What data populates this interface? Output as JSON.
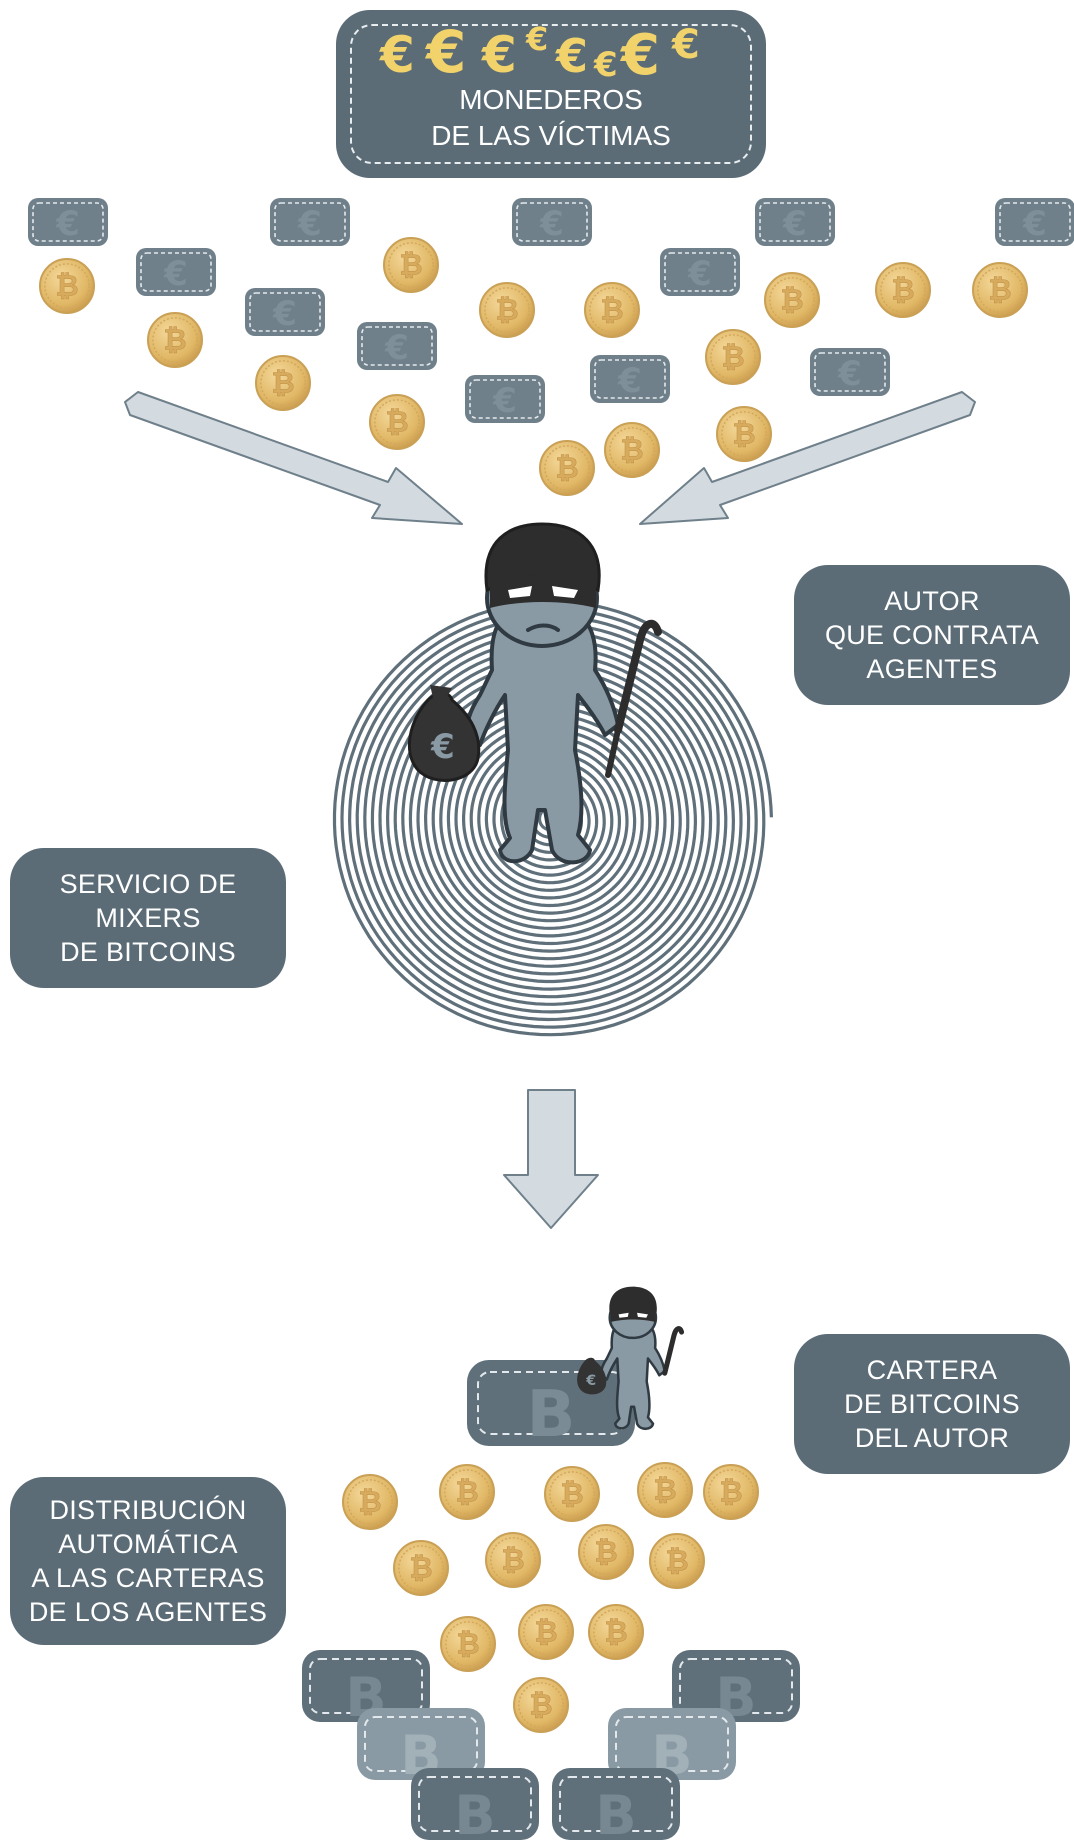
{
  "labels": {
    "victims_wallets": [
      "MONEDEROS",
      "DE LAS VÍCTIMAS"
    ],
    "author_hires": [
      "AUTOR",
      "QUE CONTRATA",
      "AGENTES"
    ],
    "mixer_service": [
      "SERVICIO DE",
      "MIXERS",
      "DE BITCOINS"
    ],
    "author_wallet": [
      "CARTERA",
      "DE BITCOINS",
      "DEL AUTOR"
    ],
    "distribution": [
      "DISTRIBUCIÓN",
      "AUTOMÁTICA",
      "A LAS CARTERAS",
      "DE LOS AGENTES"
    ]
  },
  "icons": {
    "euro_symbol": "€",
    "bitcoin_symbol": "B",
    "coin_symbol": "₿"
  },
  "colors": {
    "box_dark": "#5b6c77",
    "wallet_slate": "#6f808b",
    "wallet_light": "#8a9aa4",
    "coin_gold": "#e8c073",
    "coin_ring": "#c9a055",
    "spiral": "#5f707b",
    "arrow_fill": "#d3dbe1",
    "arrow_stroke": "#6f808b",
    "euro_yellow": "#f2d36b"
  }
}
